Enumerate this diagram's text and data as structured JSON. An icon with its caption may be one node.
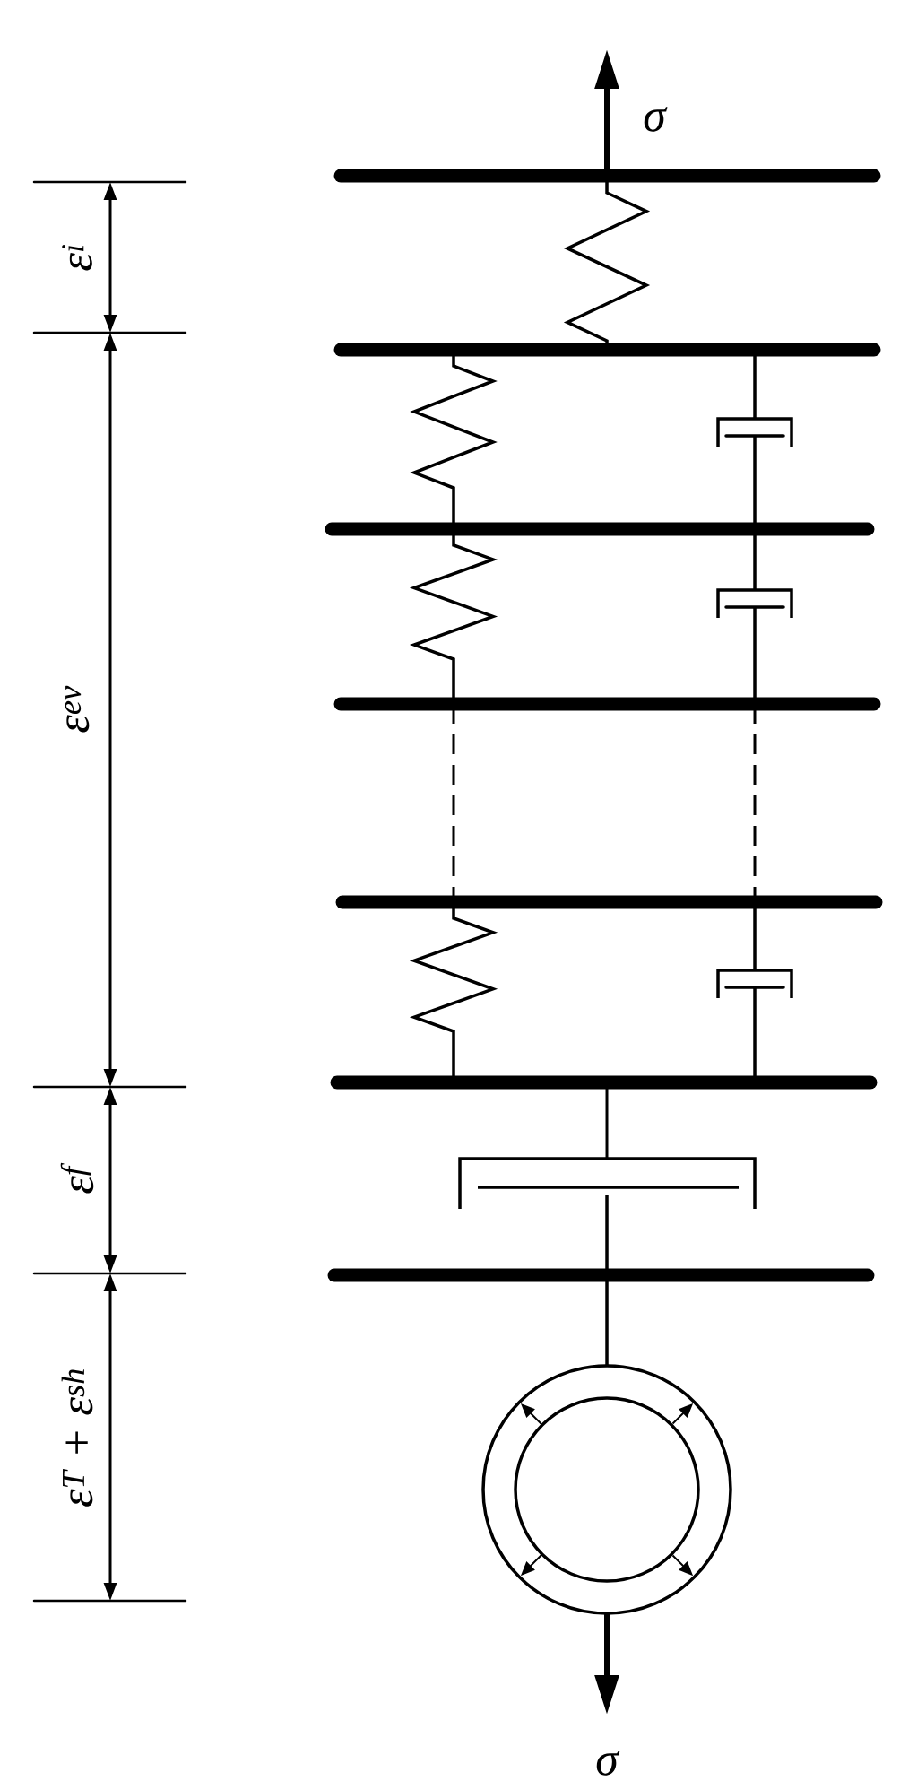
{
  "diagram": {
    "labels": [
      "σ",
      "ε$^{i}$",
      "ε$^{ev}$",
      "ε$^{f}$",
      "ε$^{T}$ + ε$^{sh}$",
      "σ"
    ]
  }
}
